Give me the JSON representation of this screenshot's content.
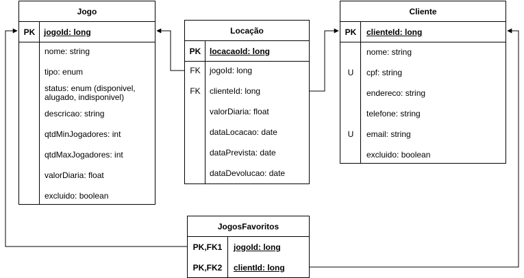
{
  "jogo": {
    "title": "Jogo",
    "pk_key": "PK",
    "pk_field": "jogoId: long",
    "fields": [
      "nome: string",
      "tipo: enum",
      "status: enum (disponivel, alugado, indisponivel)",
      "descricao: string",
      "qtdMinJogadores: int",
      "qtdMaxJogadores: int",
      "valorDiaria: float",
      "excluido: boolean"
    ]
  },
  "locacao": {
    "title": "Locação",
    "pk_key": "PK",
    "pk_field": "locacaoId: long",
    "keys": [
      "FK",
      "FK",
      "",
      "",
      "",
      ""
    ],
    "fields": [
      "jogoId: long",
      "clienteId: long",
      "valorDiaria: float",
      "dataLocacao: date",
      "dataPrevista: date",
      "dataDevolucao: date"
    ]
  },
  "cliente": {
    "title": "Cliente",
    "pk_key": "PK",
    "pk_field": "clienteId: long",
    "keys": [
      "",
      "U",
      "",
      "",
      "U",
      ""
    ],
    "fields": [
      "nome: string",
      "cpf: string",
      "endereco: string",
      "telefone: string",
      "email: string",
      "excluido: boolean"
    ]
  },
  "jogos_favoritos": {
    "title": "JogosFavoritos",
    "keys": [
      "PK,FK1",
      "PK,FK2"
    ],
    "fields": [
      "jogoId: long",
      "clientId: long"
    ]
  },
  "colors": {
    "line": "#000000",
    "background": "#ffffff"
  }
}
